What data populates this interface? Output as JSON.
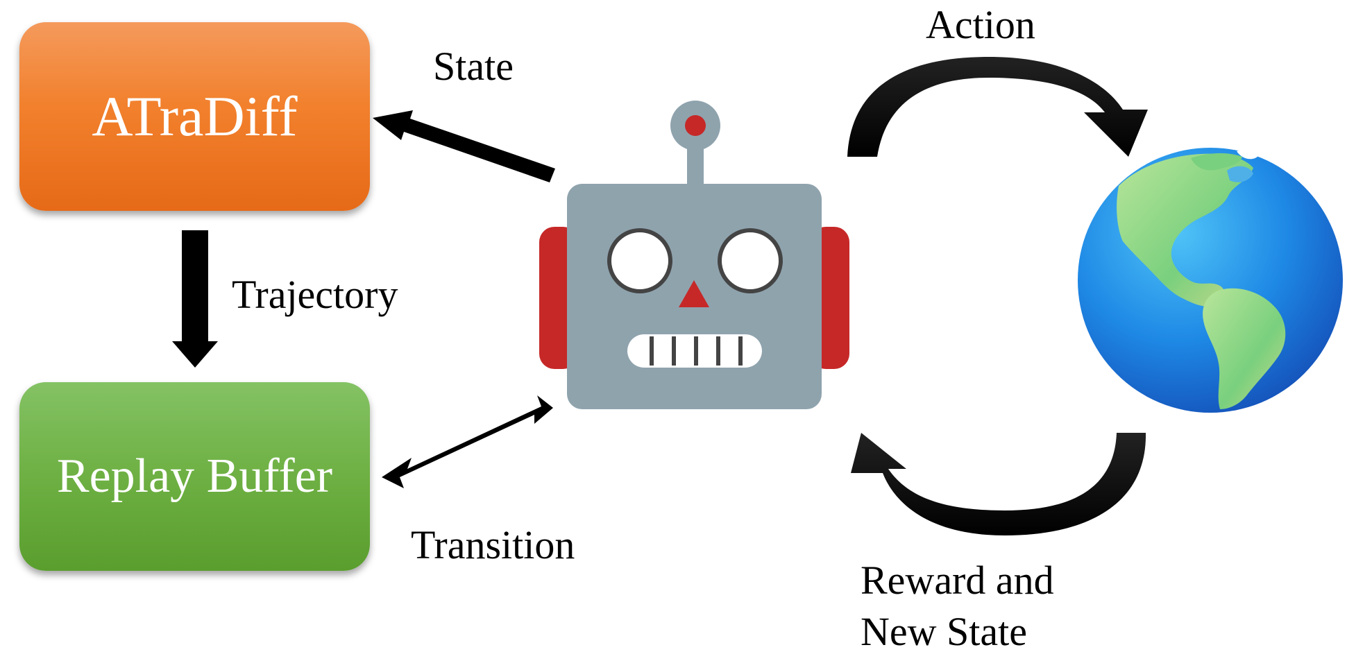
{
  "nodes": {
    "atradiff": "ATraDiff",
    "replay_buffer": "Replay Buffer"
  },
  "edges": {
    "state": "State",
    "trajectory": "Trajectory",
    "transition": "Transition",
    "action": "Action",
    "reward_line1": "Reward and",
    "reward_line2": "New State"
  },
  "icons": [
    "robot-icon",
    "globe-icon"
  ],
  "colors": {
    "atradiff_box": "#f2802c",
    "replay_box": "#6eb043",
    "robot_body": "#8fa3ad",
    "robot_ears": "#c62828",
    "ocean": "#1e88e5",
    "land": "#7ccf7a"
  }
}
